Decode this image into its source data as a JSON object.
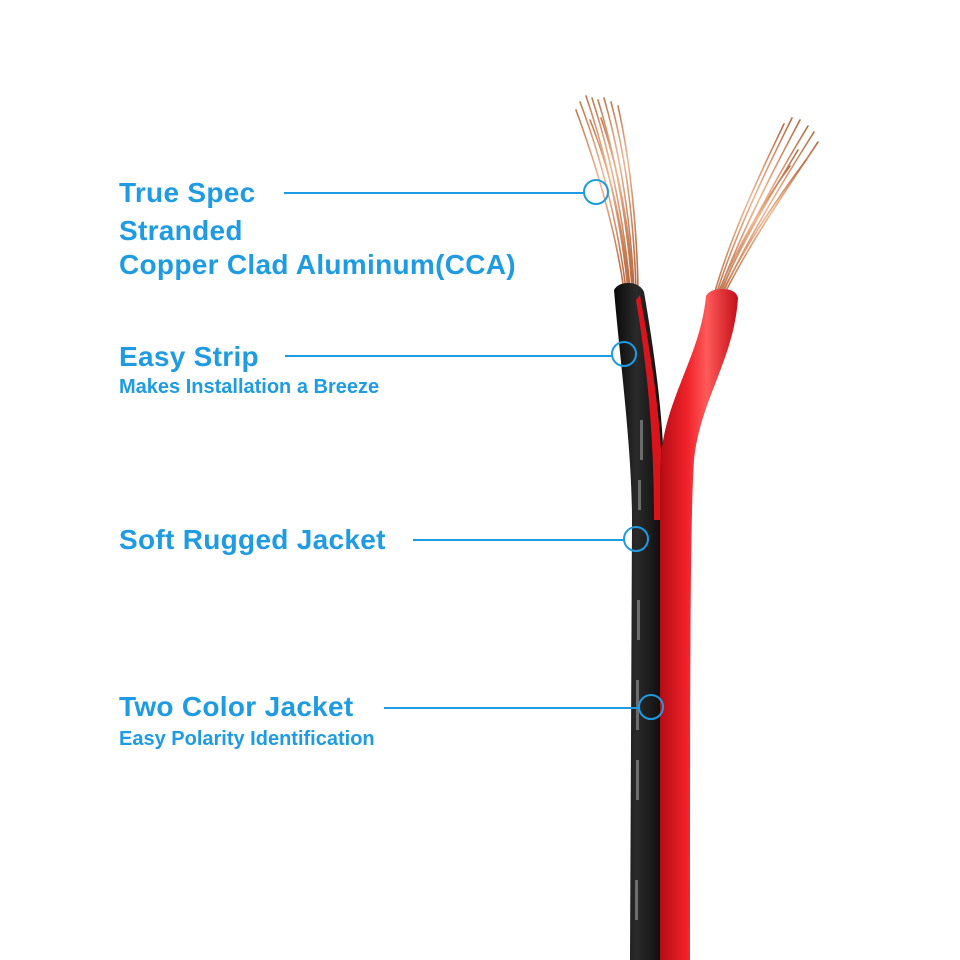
{
  "callouts": [
    {
      "title": "True Spec",
      "lines": [
        "Stranded",
        "Copper Clad Aluminum(CCA)"
      ]
    },
    {
      "title": "Easy Strip",
      "subtitle": "Makes Installation a Breeze"
    },
    {
      "title": "Soft Rugged Jacket"
    },
    {
      "title": "Two Color Jacket",
      "subtitle": "Easy Polarity Identification"
    }
  ],
  "colors": {
    "accent": "#1e9be3",
    "wire_red": "#e0141e",
    "wire_black": "#151515",
    "copper": "#d9916a",
    "background": "#ffffff"
  }
}
